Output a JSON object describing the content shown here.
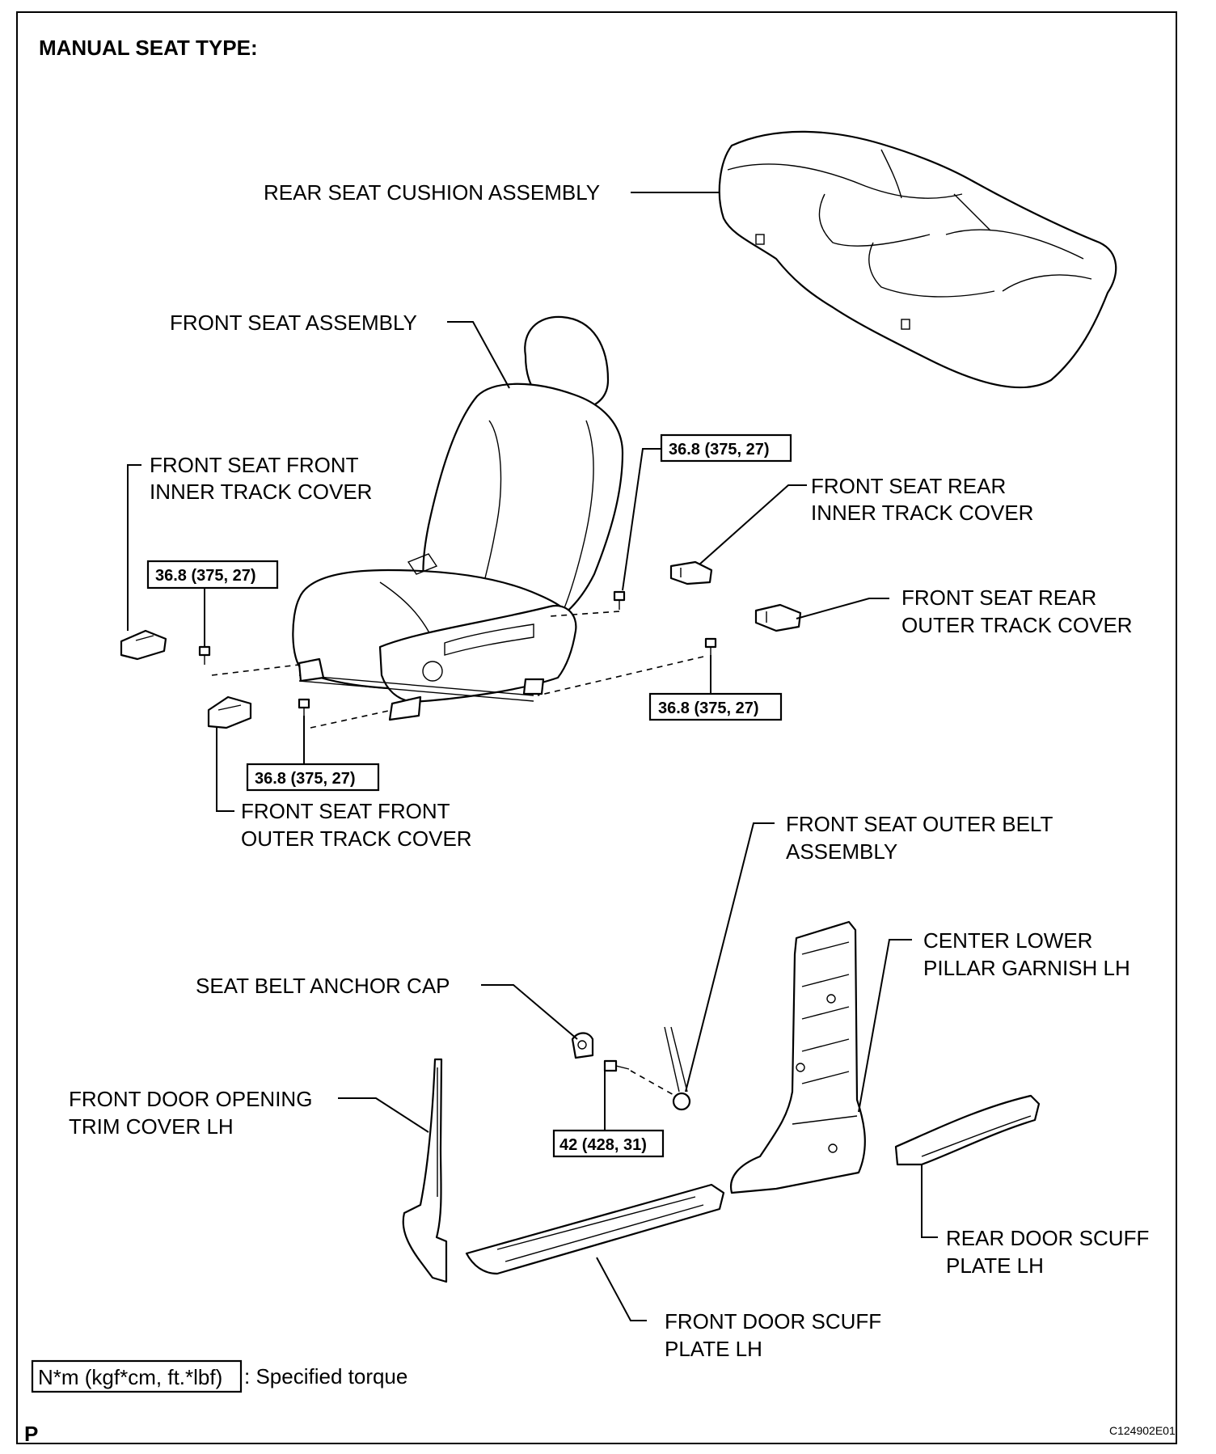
{
  "title": "MANUAL SEAT TYPE:",
  "labels": {
    "rear_seat_cushion": "REAR SEAT CUSHION ASSEMBLY",
    "front_seat_assembly": "FRONT SEAT ASSEMBLY",
    "front_inner_track_cover_1": "FRONT SEAT FRONT",
    "front_inner_track_cover_2": "INNER TRACK COVER",
    "rear_inner_track_cover_1": "FRONT SEAT REAR",
    "rear_inner_track_cover_2": "INNER TRACK COVER",
    "rear_outer_track_cover_1": "FRONT SEAT REAR",
    "rear_outer_track_cover_2": "OUTER TRACK COVER",
    "front_outer_track_cover_1": "FRONT SEAT FRONT",
    "front_outer_track_cover_2": "OUTER TRACK COVER",
    "outer_belt_1": "FRONT SEAT OUTER BELT",
    "outer_belt_2": "ASSEMBLY",
    "center_pillar_1": "CENTER LOWER",
    "center_pillar_2": "PILLAR GARNISH LH",
    "anchor_cap": "SEAT BELT ANCHOR CAP",
    "door_opening_trim_1": "FRONT DOOR OPENING",
    "door_opening_trim_2": "TRIM COVER LH",
    "rear_scuff_1": "REAR DOOR SCUFF",
    "rear_scuff_2": "PLATE LH",
    "front_scuff_1": "FRONT DOOR SCUFF",
    "front_scuff_2": "PLATE LH"
  },
  "torque": {
    "seat_bolt_upper_right": "36.8 (375, 27)",
    "seat_bolt_left": "36.8 (375, 27)",
    "seat_bolt_lower_right": "36.8 (375, 27)",
    "seat_bolt_lower_left": "36.8 (375, 27)",
    "belt_anchor_bolt": "42 (428, 31)"
  },
  "legend": {
    "box": "N*m (kgf*cm, ft.*lbf)",
    "text": ": Specified torque"
  },
  "footer": {
    "section": "P",
    "figure_code": "C124902E01"
  }
}
